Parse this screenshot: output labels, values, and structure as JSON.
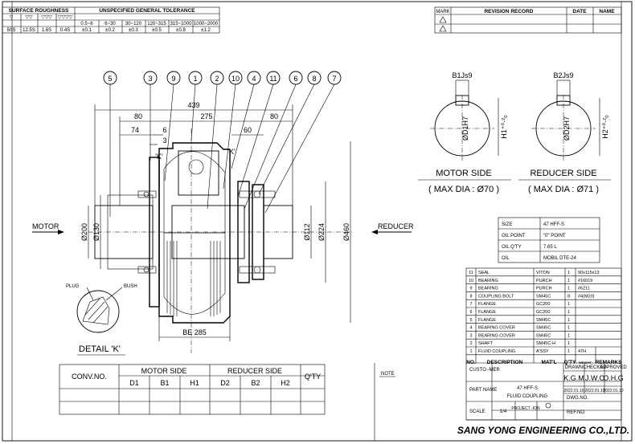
{
  "tolerance_block": {
    "surface_title": "SURFACE ROUGHNESS",
    "tolerance_title": "UNSPECIFIED GENERAL TOLERANCE",
    "symbols": [
      "▽",
      "▽▽",
      "▽▽▽",
      "▽▽▽▽"
    ],
    "roughness": [
      "50S",
      "12.5S",
      "1.6S",
      "0.4S"
    ],
    "ranges": [
      "0.5~6",
      "6~30",
      "30~120",
      "120~315",
      "315~1000",
      "1000~2000"
    ],
    "tolerances": [
      "±0.1",
      "±0.2",
      "±0.3",
      "±0.5",
      "±0.8",
      "±1.2"
    ]
  },
  "revision_block": {
    "mark": "MARK",
    "title": "REVISION RECORD",
    "date": "DATE",
    "name": "NAME"
  },
  "main_view": {
    "balloons": [
      "5",
      "3",
      "9",
      "1",
      "2",
      "10",
      "4",
      "11",
      "6",
      "8",
      "7"
    ],
    "dims": {
      "overall": "439",
      "d80_left": "80",
      "d275": "275",
      "d80_right": "80",
      "d74": "74",
      "d6": "6",
      "d60": "60",
      "d3": "3",
      "k1": "'K'",
      "k2": "'K'",
      "be": "BE 285",
      "phi200": "Ø200",
      "phi130": "Ø130",
      "phi112": "Ø112",
      "phi224": "Ø224",
      "phi460": "Ø460"
    },
    "motor_label": "MOTOR",
    "reducer_label": "REDUCER"
  },
  "detail": {
    "plug": "PLUG",
    "bush": "BUSH",
    "title": "DETAIL 'K'"
  },
  "keyway": {
    "motor_b": "B1Js9",
    "motor_d": "ØD1H7",
    "motor_h": "H1⁺⁰·²₀",
    "reducer_b": "B2Js9",
    "reducer_d": "ØD2H7",
    "reducer_h": "H2⁺⁰·²₀",
    "motor_side": "MOTOR SIDE",
    "motor_max": "( MAX DIA : Ø70 )",
    "reducer_side": "REDUCER SIDE",
    "reducer_max": "( MAX DIA : Ø71 )"
  },
  "spec_table": [
    [
      "SIZE",
      "47 HFF-S"
    ],
    [
      "OIL POINT",
      "\"0\" POINT"
    ],
    [
      "OIL Q'TY",
      "7.65 L"
    ],
    [
      "OIL",
      "MOBIL DTE-24"
    ]
  ],
  "conv_table": {
    "conv": "CONV.NO.",
    "motor_side": "MOTOR SIDE",
    "reducer_side": "REDUCER SIDE",
    "qty": "Q'TY",
    "cols": [
      "D1",
      "B1",
      "H1",
      "D2",
      "B2",
      "H2"
    ]
  },
  "note_label": "NOTE",
  "bom": {
    "rows": [
      [
        "11",
        "SEAL",
        "VITON",
        "1",
        "90x115x13"
      ],
      [
        "10",
        "BEARING",
        "PURCH",
        "1",
        "#16019"
      ],
      [
        "9",
        "BEARING",
        "PURCH",
        "1",
        "#6211"
      ],
      [
        "8",
        "COUPLING BOLT",
        "SM45C",
        "8",
        "#4(M20)"
      ],
      [
        "7",
        "FLANGE",
        "GC200",
        "1",
        ""
      ],
      [
        "6",
        "FLANGE",
        "GC200",
        "1",
        ""
      ],
      [
        "5",
        "FLANGE",
        "SM45C",
        "1",
        ""
      ],
      [
        "4",
        "BEARING COVER",
        "SM45C",
        "1",
        ""
      ],
      [
        "3",
        "BEARING COVER",
        "SM45C",
        "1",
        ""
      ],
      [
        "2",
        "SHAFT",
        "SM45C-H",
        "1",
        ""
      ],
      [
        "1",
        "FLUID COUPLING",
        "A'SSY",
        "1",
        "47H"
      ]
    ],
    "header": [
      "NO.",
      "DESCRIPTION",
      "MAT'L",
      "Q'TY",
      "WEIGHT",
      "REMARKS"
    ]
  },
  "title_block": {
    "customer": "CUSTO -MER",
    "drawn": "DRAWN",
    "checked": "CHECKED",
    "approved": "APPROVED",
    "drawn_by": "K.G.M",
    "checked_by": "J.W.C",
    "approved_by": "O.H.G",
    "part_name_label": "PART NAME",
    "part_name_1": "47 HFF-S",
    "part_name_2": "FLUID COUPLING",
    "dates": [
      "2022.01.10",
      "2022.01.10",
      "2022.01.10"
    ],
    "dwg_no": "DWG.NO.",
    "scale_label": "SCALE",
    "scale": "1/4",
    "projection": "PROJECT -ION",
    "ref_no": "REF.NO.",
    "company": "SANG YONG ENGINEERING CO.,LTD."
  }
}
